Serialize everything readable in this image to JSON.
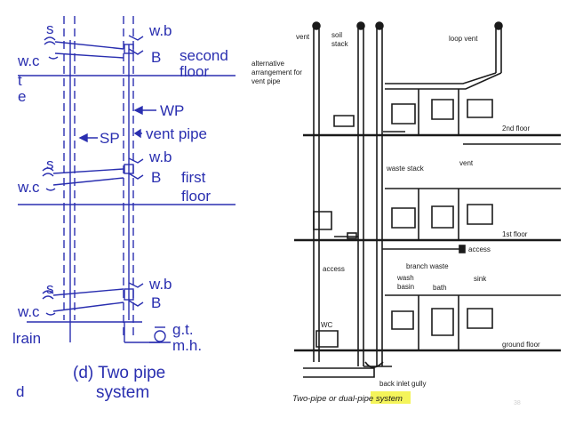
{
  "left_diagram": {
    "labels": {
      "s1": "s",
      "wb1": "w.b",
      "wc1": "w.c",
      "b1": "B",
      "second": "second",
      "floor2": "floor",
      "partial_t": "t",
      "partial_e": "e",
      "wp": "WP",
      "sp": "SP",
      "vent_pipe": "vent pipe",
      "s2": "s",
      "wb2": "w.b",
      "wc2": "w.c",
      "b2": "B",
      "first": "first",
      "floor1": "floor",
      "s3": "s",
      "wb3": "w.b",
      "wc3": "w.c",
      "b3": "B",
      "drain": "lrain",
      "gt": "g.t.",
      "mh": "m.h.",
      "partial_d": "d",
      "caption_line1": "(d) Two pipe",
      "caption_line2": "system"
    },
    "colors": {
      "ink": "#2a2fb0"
    }
  },
  "right_diagram": {
    "labels": {
      "vent": "vent",
      "soil_stack_1": "soil",
      "soil_stack_2": "stack",
      "alt_1": "alternative",
      "alt_2": "arrangement for",
      "alt_3": "vent pipe",
      "loop_vent": "loop vent",
      "floor_2nd": "2nd floor",
      "vent2": "vent",
      "waste_stack": "waste stack",
      "floor_1st": "1st floor",
      "access_right": "access",
      "access_left": "access",
      "branch_waste": "branch waste",
      "wash_1": "wash",
      "wash_2": "basin",
      "bath": "bath",
      "sink": "sink",
      "wc": "WC",
      "ground_floor": "ground floor",
      "gully": "back inlet gully",
      "caption_pre": "Two-pipe or dual-pipe ",
      "caption_hl": "system"
    },
    "colors": {
      "ink": "#1a1a1a",
      "highlight": "#f4f45a"
    }
  },
  "page_number": "38"
}
